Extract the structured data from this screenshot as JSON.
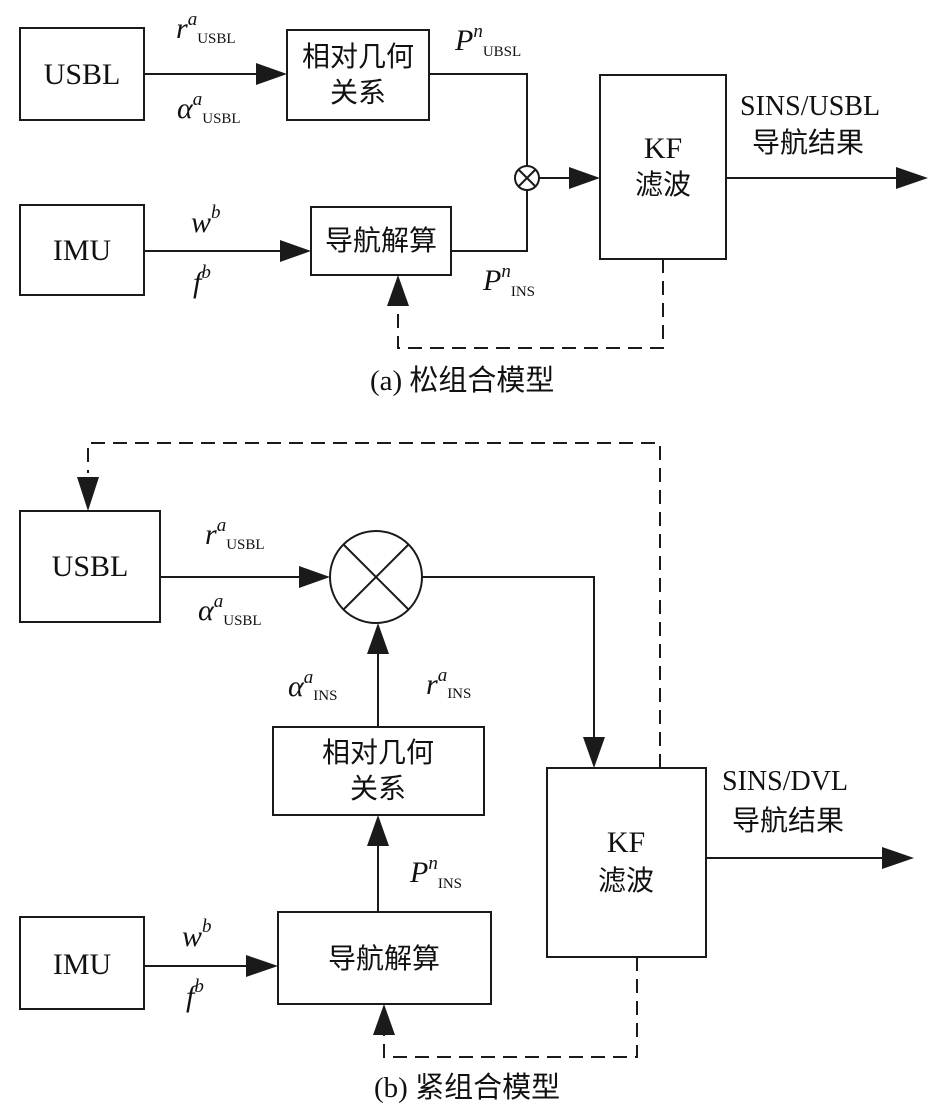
{
  "loose": {
    "caption": "(a) 松组合模型",
    "usbl": "USBL",
    "imu": "IMU",
    "geometry_line1": "相对几何",
    "geometry_line2": "关系",
    "nav": "导航解算",
    "kf_line1": "KF",
    "kf_line2": "滤波",
    "output_line1": "SINS/USBL",
    "output_line2": "导航结果",
    "r_usbl": {
      "base": "r",
      "sup": "a",
      "sub": "USBL"
    },
    "alpha_usbl": {
      "base": "α",
      "sup": "a",
      "sub": "USBL"
    },
    "w_b": {
      "base": "w",
      "sup": "b"
    },
    "f_b": {
      "base": "f",
      "sup": "b"
    },
    "p_ubsl": {
      "base": "P",
      "sup": "n",
      "sub": "UBSL"
    },
    "p_ins": {
      "base": "P",
      "sup": "n",
      "sub": "INS"
    }
  },
  "tight": {
    "caption": "(b) 紧组合模型",
    "usbl": "USBL",
    "imu": "IMU",
    "geometry_line1": "相对几何",
    "geometry_line2": "关系",
    "nav": "导航解算",
    "kf_line1": "KF",
    "kf_line2": "滤波",
    "output_line1": "SINS/DVL",
    "output_line2": "导航结果",
    "r_usbl": {
      "base": "r",
      "sup": "a",
      "sub": "USBL"
    },
    "alpha_usbl": {
      "base": "α",
      "sup": "a",
      "sub": "USBL"
    },
    "alpha_ins": {
      "base": "α",
      "sup": "a",
      "sub": "INS"
    },
    "r_ins": {
      "base": "r",
      "sup": "a",
      "sub": "INS"
    },
    "p_ins": {
      "base": "P",
      "sup": "n",
      "sub": "INS"
    },
    "w_b": {
      "base": "w",
      "sup": "b"
    },
    "f_b": {
      "base": "f",
      "sup": "b"
    }
  },
  "colors": {
    "stroke": "#1a1a1a",
    "background": "#ffffff"
  }
}
